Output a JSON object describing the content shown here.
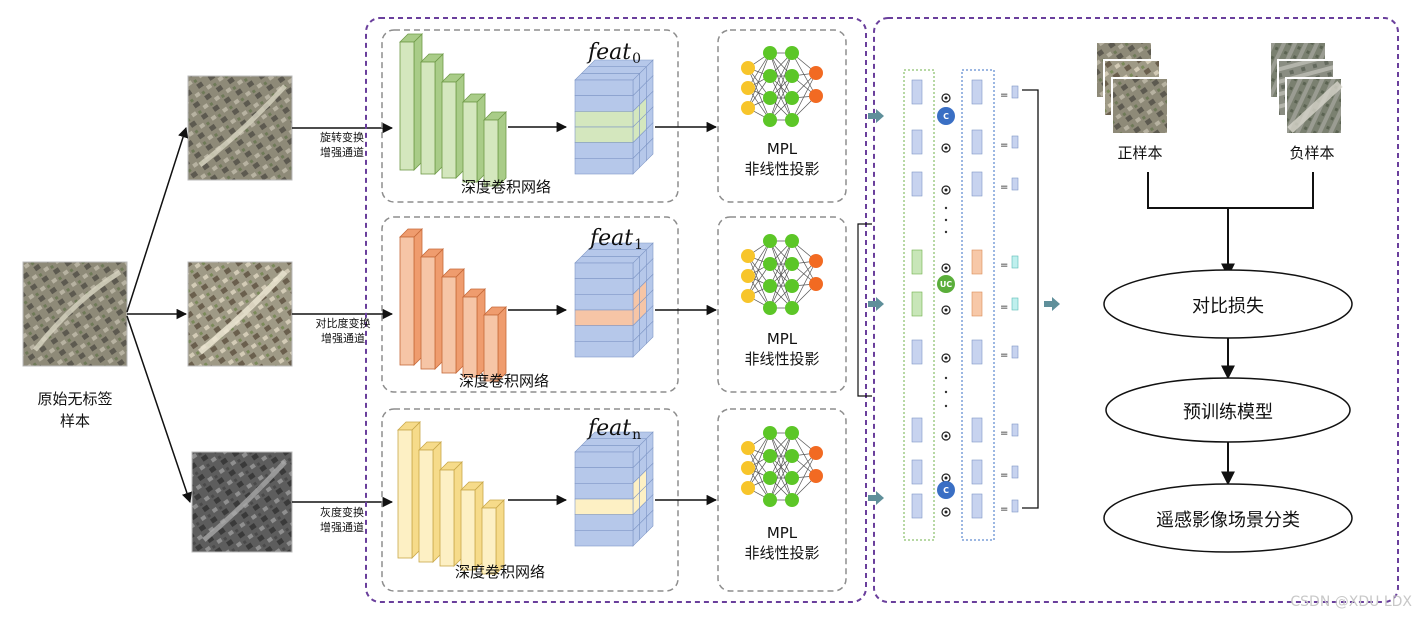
{
  "source": {
    "label_line1": "原始无标签",
    "label_line2": "样本"
  },
  "branches": [
    {
      "aug_line1": "旋转变换",
      "aug_line2": "增强通道",
      "cnn_label": "深度卷积网络",
      "feat_main": "feat",
      "feat_sub": "0",
      "mpl_line1": "MPL",
      "mpl_line2": "非线性投影"
    },
    {
      "aug_line1": "对比度变换",
      "aug_line2": "增强通道",
      "cnn_label": "深度卷积网络",
      "feat_main": "feat",
      "feat_sub": "1",
      "mpl_line1": "MPL",
      "mpl_line2": "非线性投影"
    },
    {
      "aug_line1": "灰度变换",
      "aug_line2": "增强通道",
      "cnn_label": "深度卷积网络",
      "feat_main": "feat",
      "feat_sub": "n",
      "mpl_line1": "MPL",
      "mpl_line2": "非线性投影"
    }
  ],
  "matrix": {
    "c_label": "C",
    "uc_label": "UC",
    "eq": "="
  },
  "samples": {
    "positive": "正样本",
    "negative": "负样本"
  },
  "flow": {
    "step1": "对比损失",
    "step2": "预训练模型",
    "step3": "遥感影像场景分类"
  },
  "watermark": "CSDN @XDU LDX",
  "colors": {
    "green_face": "#d4e7be",
    "green_side": "#a9cc88",
    "green_edge": "#6f9a48",
    "orange_face": "#f6c5a6",
    "orange_side": "#ef9c6e",
    "orange_edge": "#c66a3a",
    "yellow_face": "#fdf0c4",
    "yellow_side": "#f6db8a",
    "yellow_edge": "#c9a84a",
    "cube_blue": "#b6c8ea",
    "cube_edge": "#7f97c6",
    "dashed_purple": "#6a3f9c",
    "dashed_gray": "#8d8d8d",
    "node_yellow": "#f7c52b",
    "node_green": "#5cc627",
    "node_orange": "#f26a22",
    "badge_blue": "#3a6fc4",
    "badge_green": "#5aae3a",
    "teal_arrow": "#5f8f9a"
  }
}
